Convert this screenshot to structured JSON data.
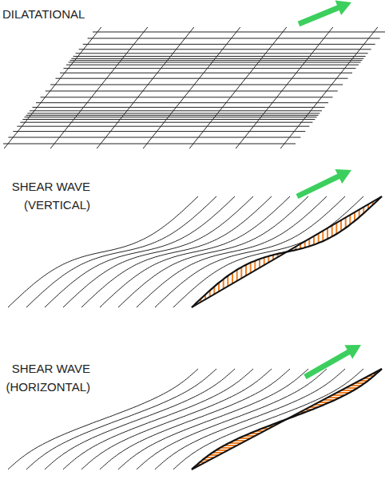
{
  "diagram": {
    "labels": [
      "DILATATIONAL",
      "SHEAR WAVE (VERTICAL)",
      "SHEAR WAVE (HORIZONTAL)"
    ]
  }
}
